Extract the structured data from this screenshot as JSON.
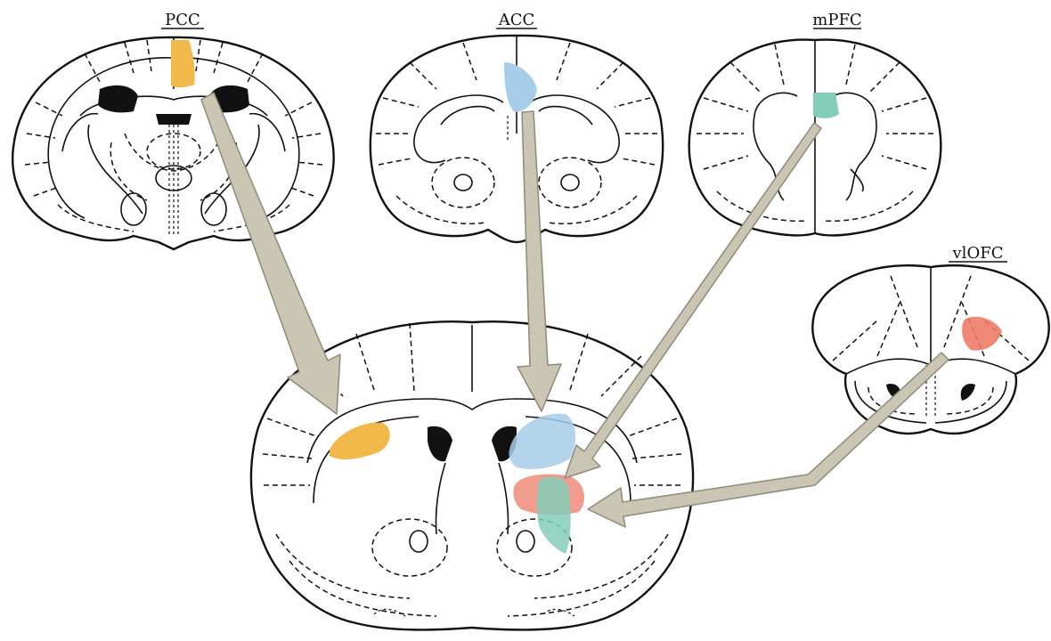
{
  "regions": [
    {
      "label": "PCC",
      "color": "#f0b94a"
    },
    {
      "label": "ACC",
      "color": "#a7cde8"
    },
    {
      "label": "mPFC",
      "color": "#84cdb9"
    },
    {
      "label": "vlOFC",
      "color": "#ee7b68"
    }
  ]
}
